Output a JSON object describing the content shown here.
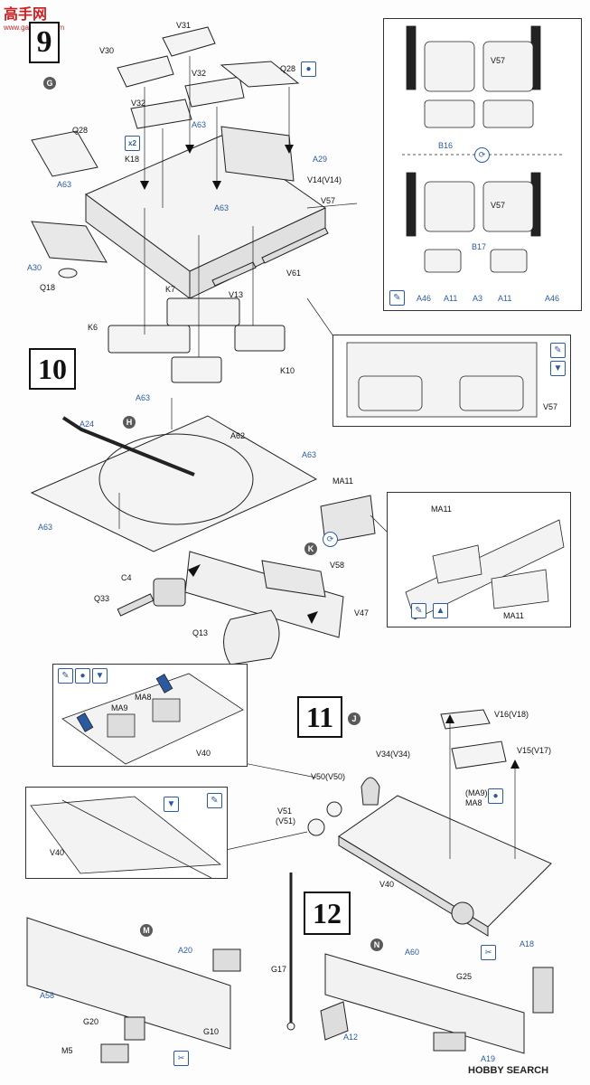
{
  "watermark": {
    "title": "高手网",
    "url": "www.gaoshou.com"
  },
  "brand": {
    "text": "HOBBY SEARCH"
  },
  "steps": {
    "s9": "9",
    "s10": "10",
    "s11": "11",
    "s12": "12"
  },
  "subassemblies": {
    "g": "G",
    "h": "H",
    "k": "K",
    "j": "J",
    "m": "M",
    "n": "N"
  },
  "labels": {
    "V31": "V31",
    "V30": "V30",
    "V32a": "V32",
    "V32b": "V32",
    "Q28a": "Q28",
    "Q28b": "Q28",
    "A63a": "A63",
    "A63b": "A63",
    "A63c": "A63",
    "A63d": "A63",
    "A63e": "A63",
    "A63f": "A63",
    "K18": "K18",
    "A29": "A29",
    "V14": "V14(V14)",
    "V57a": "V57",
    "V57b": "V57",
    "V57c": "V57",
    "V57d": "V57",
    "A30": "A30",
    "Q18": "Q18",
    "K7": "K7",
    "V13": "V13",
    "V61": "V61",
    "K6": "K6",
    "K10": "K10",
    "B16": "B16",
    "B17": "B17",
    "A46a": "A46",
    "A46b": "A46",
    "A11a": "A11",
    "A11b": "A11",
    "A3": "A3",
    "A24": "A24",
    "A62": "A62",
    "MA11a": "MA11",
    "MA11b": "MA11",
    "MA11c": "MA11",
    "C4": "C4",
    "Q33": "Q33",
    "V58": "V58",
    "V47": "V47",
    "Q13": "Q13",
    "MA8a": "MA8",
    "MA9a": "MA9",
    "V40a": "V40",
    "V40b": "V40",
    "V40c": "V40",
    "V16": "V16(V18)",
    "V15": "V15(V17)",
    "V34": "V34(V34)",
    "V50": "V50(V50)",
    "V51": "V51",
    "V51b": "(V51)",
    "MA9b": "(MA9)",
    "MA8b": "MA8",
    "G17": "G17",
    "A20": "A20",
    "A58": "A58",
    "G20": "G20",
    "G10": "G10",
    "M5": "M5",
    "A60": "A60",
    "A18": "A18",
    "G25": "G25",
    "A12": "A12",
    "A19": "A19"
  },
  "icons": {
    "x2": "x2",
    "glue": "glue-drop-icon",
    "paint": "paint-brush-icon",
    "flip": "flip-over-icon",
    "cut": "cut-icon",
    "up": "arrow-up-icon"
  }
}
